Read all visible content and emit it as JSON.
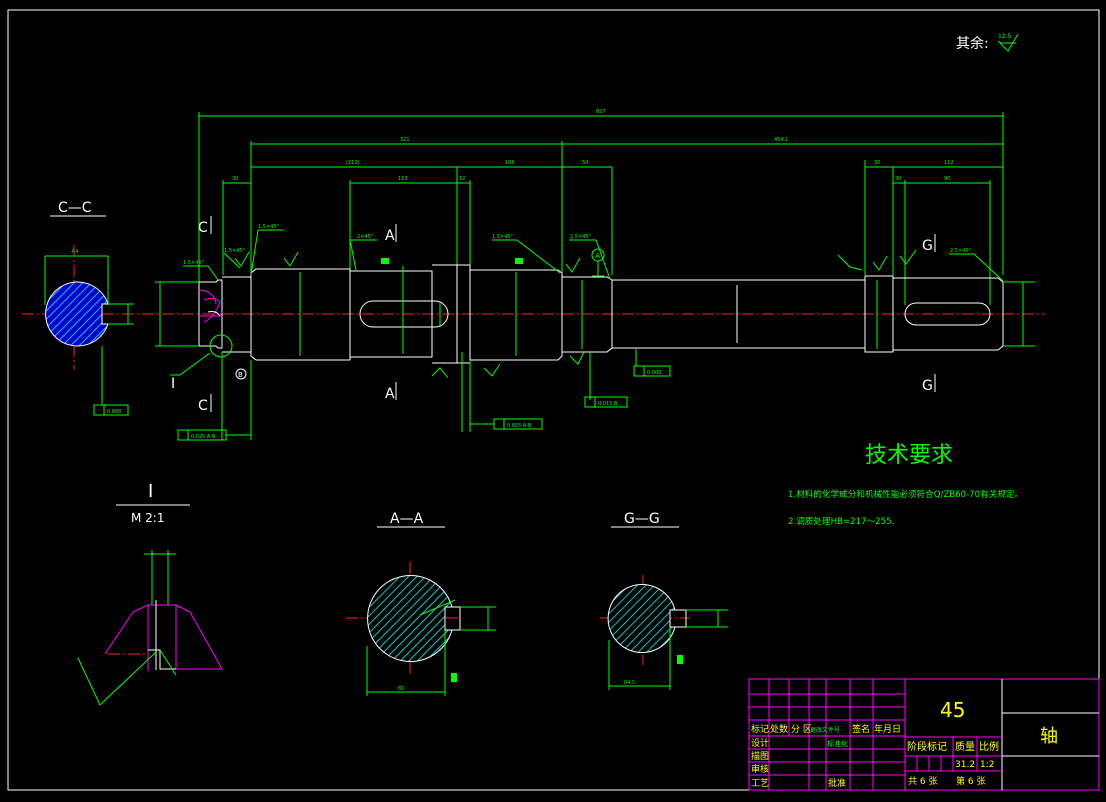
{
  "roughness_note": "其余:",
  "roughness_value": "12.5",
  "section_labels": {
    "cc": "C—C",
    "aa": "A—A",
    "gg": "G—G",
    "detail": "I",
    "detail_scale": "M 2:1",
    "c": "C",
    "a": "A",
    "g": "G",
    "i_callout": "I"
  },
  "dimensions": {
    "overall": "827",
    "d321": "321",
    "d454": "454.1",
    "d212": "(212)",
    "d106": "106",
    "d50": "50",
    "d30a": "30",
    "d112": "112",
    "d110": "110",
    "d12": "12",
    "d30b": "30",
    "d30c": "30",
    "d90": "90",
    "d64": "64",
    "chamfer1": "1.5×45°",
    "chamfer2": "2×45°",
    "chamfer3": "1.5×45°",
    "chamfer4": "2.5×45°",
    "chamfer5": "2.5×45°",
    "chamfer6": "1.5×45°",
    "chamfer7": "1.5×45°",
    "aa_dim": "81",
    "gg_dim": "64.5",
    "tol1": "0.008",
    "tol2": "0.025 A-B",
    "tol3": "0.025 A-B",
    "tol4": "0.015 B",
    "tol5": "0.008",
    "datum_a": "A",
    "datum_b": "B"
  },
  "tech_req": {
    "title": "技术要求",
    "line1": "1.材料的化学成分和机械性能必须符合Q/ZB60-70有关规定。",
    "line2": "2.调质处理HB=217～255."
  },
  "title_block": {
    "material": "45",
    "part_name": "轴",
    "h_mark": "标记",
    "h_count": "处数",
    "h_zone": "分 区",
    "h_doc": "更改文件号",
    "h_sign": "签名",
    "h_date": "年月日",
    "r_design": "设计",
    "r_std": "标准化",
    "r_trace": "描图",
    "r_review": "审核",
    "r_process": "工艺",
    "r_approve": "批准",
    "h_stage": "阶段标记",
    "h_weight": "质量",
    "h_scale": "比例",
    "weight": "31.2",
    "scale": "1:2",
    "sheets_total": "共 6 张",
    "sheet_no": "第 6 张"
  },
  "colors": {
    "outline": "#ffffff",
    "dimension": "#00ff00",
    "centerline": "#ff2020",
    "frame": "#ff00ff",
    "hatch": "#00ffff",
    "title_text": "#ffff00"
  }
}
